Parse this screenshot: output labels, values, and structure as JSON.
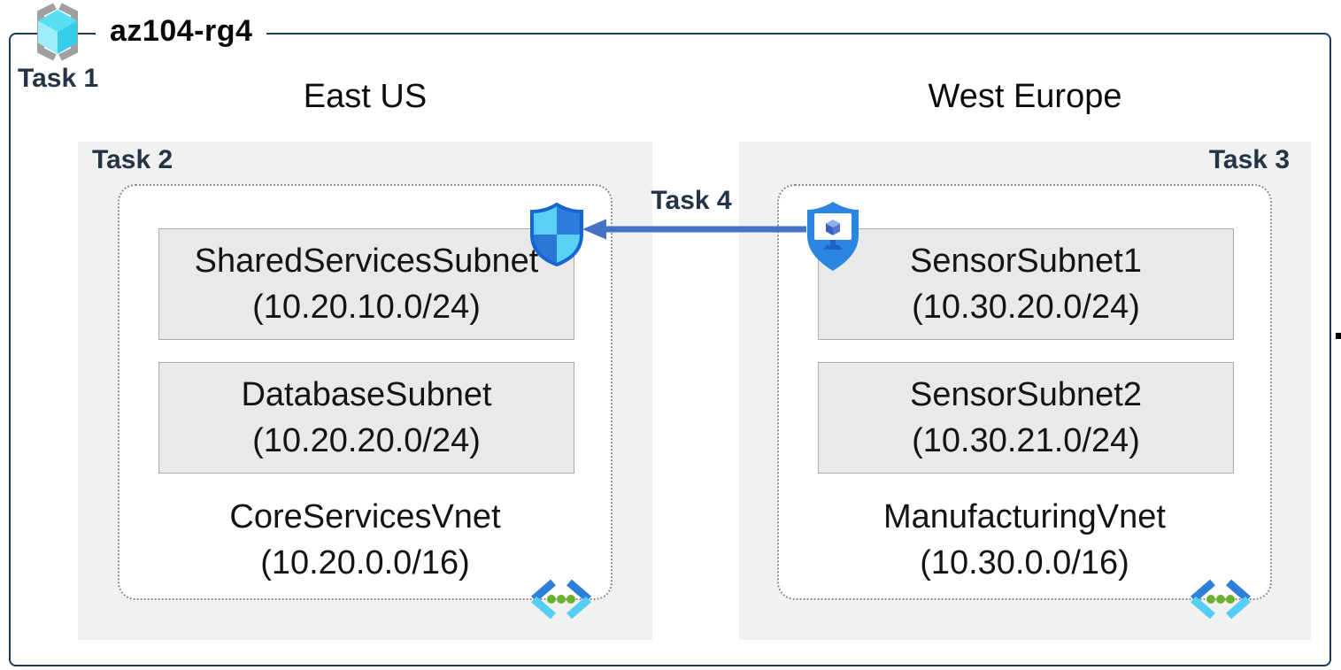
{
  "resource_group": {
    "name": "az104-rg4",
    "task_label": "Task 1",
    "icon": "resource-group-icon"
  },
  "regions": [
    {
      "name": "East US",
      "task_label": "Task 2",
      "vnet": {
        "name": "CoreServicesVnet",
        "cidr": "(10.20.0.0/16)",
        "corner_icon": "network-security-group-shield-icon",
        "subnets": [
          {
            "name": "SharedServicesSubnet",
            "cidr": "(10.20.10.0/24)"
          },
          {
            "name": "DatabaseSubnet",
            "cidr": "(10.20.20.0/24)"
          }
        ]
      }
    },
    {
      "name": "West Europe",
      "task_label": "Task 3",
      "vnet": {
        "name": "ManufacturingVnet",
        "cidr": "(10.30.0.0/16)",
        "corner_icon": "shield-monitor-icon",
        "subnets": [
          {
            "name": "SensorSubnet1",
            "cidr": "(10.30.20.0/24)"
          },
          {
            "name": "SensorSubnet2",
            "cidr": "(10.30.21.0/24)"
          }
        ]
      }
    }
  ],
  "peering": {
    "label": "Task 4",
    "arrow_direction": "right-to-left",
    "arrow_color": "#4472c4"
  },
  "colors": {
    "boundary_navy": "#1c3a5e",
    "task_label_navy": "#243447",
    "region_fill": "#f1f1f1",
    "subnet_fill": "#e9e9e9",
    "subnet_border": "#ababab",
    "vnet_dotted_border": "#8c8c8c",
    "icon_cyan": "#55cdf4",
    "icon_blue": "#2e7fd8",
    "icon_green_dot": "#6ab02f"
  }
}
